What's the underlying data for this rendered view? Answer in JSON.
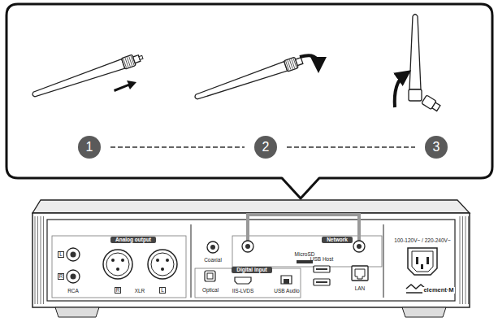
{
  "diagram": {
    "nodes": [
      {
        "text": [
          "1"
        ]
      },
      {
        "text": [
          "2"
        ]
      },
      {
        "text": [
          "3"
        ]
      }
    ],
    "edges": [
      {
        "from": 0,
        "to": 1,
        "arrow": "none"
      },
      {
        "from": 1,
        "to": 2,
        "arrow": "none"
      }
    ],
    "labels": [
      "Analog output",
      "L",
      "R",
      "RCA",
      "R",
      "XLR",
      "L",
      "Coaxial",
      "Optical",
      "Digital input",
      "IIS-LVDS",
      "USB Audio",
      "MicroSD",
      "Network",
      "USB Host",
      "LAN",
      "100-120V~ / 220-240V~",
      "element·M"
    ]
  }
}
